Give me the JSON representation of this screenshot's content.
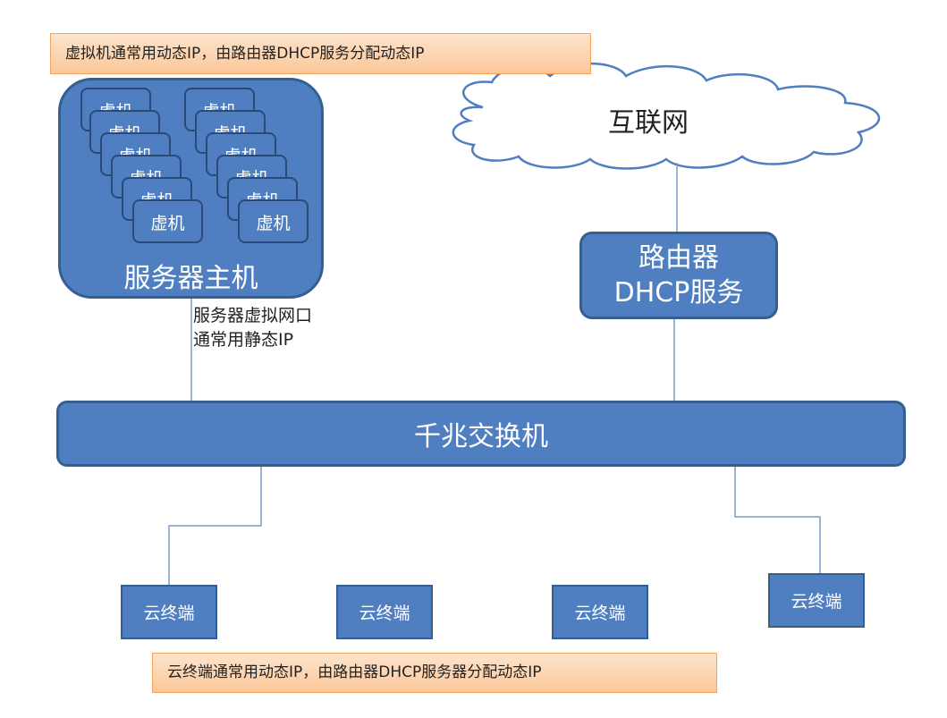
{
  "notes": {
    "top": "虚拟机通常用动态IP，由路由器DHCP服务分配动态IP",
    "bottom": "云终端通常用动态IP，由路由器DHCP服务器分配动态IP"
  },
  "server_host": {
    "label": "服务器主机",
    "vm_label": "虚机"
  },
  "server_interface": {
    "line1": "服务器虚拟网口",
    "line2": "通常用静态IP"
  },
  "internet": {
    "label": "互联网"
  },
  "router": {
    "line1": "路由器",
    "line2": "DHCP服务"
  },
  "switch": {
    "label": "千兆交换机"
  },
  "terminals": [
    {
      "label": "云终端"
    },
    {
      "label": "云终端"
    },
    {
      "label": "云终端"
    },
    {
      "label": "云终端"
    }
  ],
  "colors": {
    "box_fill": "#4f7fc0",
    "box_border": "#365f91",
    "note_fill": "#fbd5b5",
    "note_border": "#f5a35c",
    "line": "#7a9bcb"
  }
}
